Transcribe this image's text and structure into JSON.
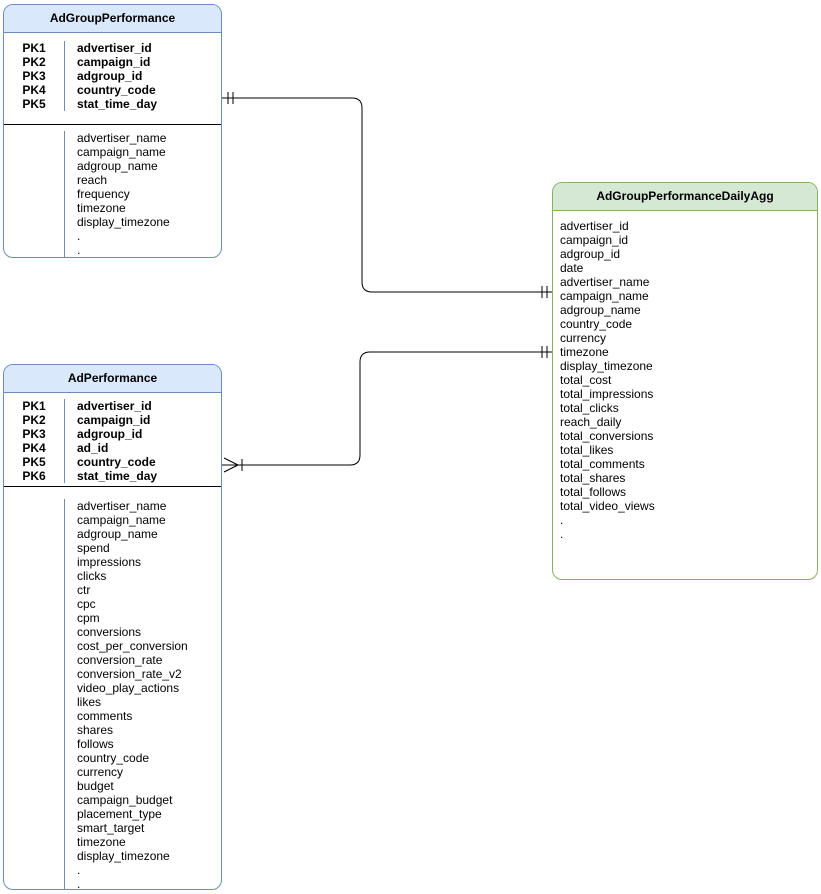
{
  "diagram_type": "entity-relationship",
  "colors": {
    "blue_header_fill": "#dae8fc",
    "blue_border": "#6c8ebf",
    "green_header_fill": "#d5e8d4",
    "green_border": "#82b366",
    "divider": "#000000",
    "connector": "#000000",
    "text": "#000000",
    "background": "#ffffff"
  },
  "entities": [
    {
      "name": "AdGroupPerformance",
      "theme": "blue",
      "pk_labels": [
        "PK1",
        "PK2",
        "PK3",
        "PK4",
        "PK5"
      ],
      "pk_fields": [
        "advertiser_id",
        "campaign_id",
        "adgroup_id",
        "country_code",
        "stat_time_day"
      ],
      "attributes": [
        "advertiser_name",
        "campaign_name",
        "adgroup_name",
        "reach",
        "frequency",
        "timezone",
        "display_timezone",
        ".",
        "."
      ]
    },
    {
      "name": "AdPerformance",
      "theme": "blue",
      "pk_labels": [
        "PK1",
        "PK2",
        "PK3",
        "PK4",
        "PK5",
        "PK6"
      ],
      "pk_fields": [
        "advertiser_id",
        "campaign_id",
        "adgroup_id",
        "ad_id",
        "country_code",
        "stat_time_day"
      ],
      "attributes": [
        "advertiser_name",
        "campaign_name",
        "adgroup_name",
        "spend",
        "impressions",
        "clicks",
        "ctr",
        "cpc",
        "cpm",
        "conversions",
        "cost_per_conversion",
        "conversion_rate",
        "conversion_rate_v2",
        "video_play_actions",
        "likes",
        "comments",
        "shares",
        "follows",
        "country_code",
        "currency",
        "budget",
        "campaign_budget",
        "placement_type",
        "smart_target",
        "timezone",
        "display_timezone",
        ".",
        "."
      ]
    },
    {
      "name": "AdGroupPerformanceDailyAgg",
      "theme": "green",
      "pk_labels": [],
      "pk_fields": [],
      "attributes": [
        "advertiser_id",
        "campaign_id",
        "adgroup_id",
        "date",
        "advertiser_name",
        "campaign_name",
        "adgroup_name",
        "country_code",
        "currency",
        "timezone",
        "display_timezone",
        "total_cost",
        "total_impressions",
        "total_clicks",
        "reach_daily",
        "total_conversions",
        "total_likes",
        "total_comments",
        "total_shares",
        "total_follows",
        "total_video_views",
        ".",
        "."
      ]
    }
  ],
  "relationships": [
    {
      "from": "AdGroupPerformance",
      "to": "AdGroupPerformanceDailyAgg",
      "from_cardinality": "one and only one",
      "to_cardinality": "one and only one",
      "from_marker": "double-tick",
      "to_marker": "double-tick"
    },
    {
      "from": "AdPerformance",
      "to": "AdGroupPerformanceDailyAgg",
      "from_cardinality": "one or many",
      "to_cardinality": "one and only one",
      "from_marker": "crow-foot-with-tick",
      "to_marker": "double-tick"
    }
  ]
}
